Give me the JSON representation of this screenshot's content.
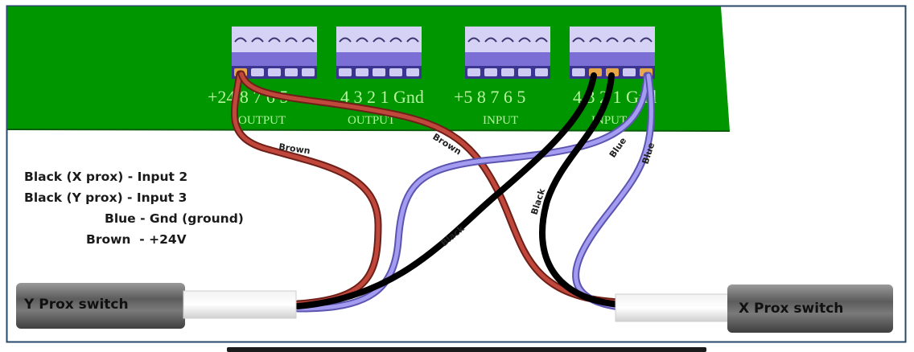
{
  "diagram": {
    "title": "Proximity switch wiring diagram",
    "board": {
      "color": "#009600",
      "label_color": "#b6f5a0",
      "terminal_blocks": [
        {
          "id": "output-high",
          "pins_label": "+24 8 7 6 5",
          "group_label": "OUTPUT"
        },
        {
          "id": "output-low",
          "pins_label": "4 3 2 1 Gnd",
          "group_label": "OUTPUT"
        },
        {
          "id": "input-high",
          "pins_label": "+5 8 7 6 5",
          "group_label": "INPUT"
        },
        {
          "id": "input-low",
          "pins_label": "4 3 2 1 Gnd",
          "group_label": "INPUT"
        }
      ]
    },
    "legend": [
      "Black (X prox) - Input 2",
      "Black (Y prox) - Input 3",
      "Blue - Gnd (ground)",
      "Brown  - +24V"
    ],
    "wire_labels": {
      "brown_left": "Brown",
      "brown_right": "Brown",
      "black_left": "Black",
      "black_right": "Black",
      "blue_left": "Blue",
      "blue_right": "Blue"
    },
    "switches": {
      "y": {
        "label": "Y Prox switch"
      },
      "x": {
        "label": "X Prox switch"
      }
    },
    "colors": {
      "frame": "#27486a",
      "brown_wire": "#b23a2e",
      "black_wire": "#111111",
      "blue_wire": "#9a92e8",
      "terminal_light": "#d6d2f5",
      "terminal_mid": "#7b6fd6",
      "terminal_dark": "#3b3490",
      "switch_body": "#6a6a6a"
    }
  }
}
